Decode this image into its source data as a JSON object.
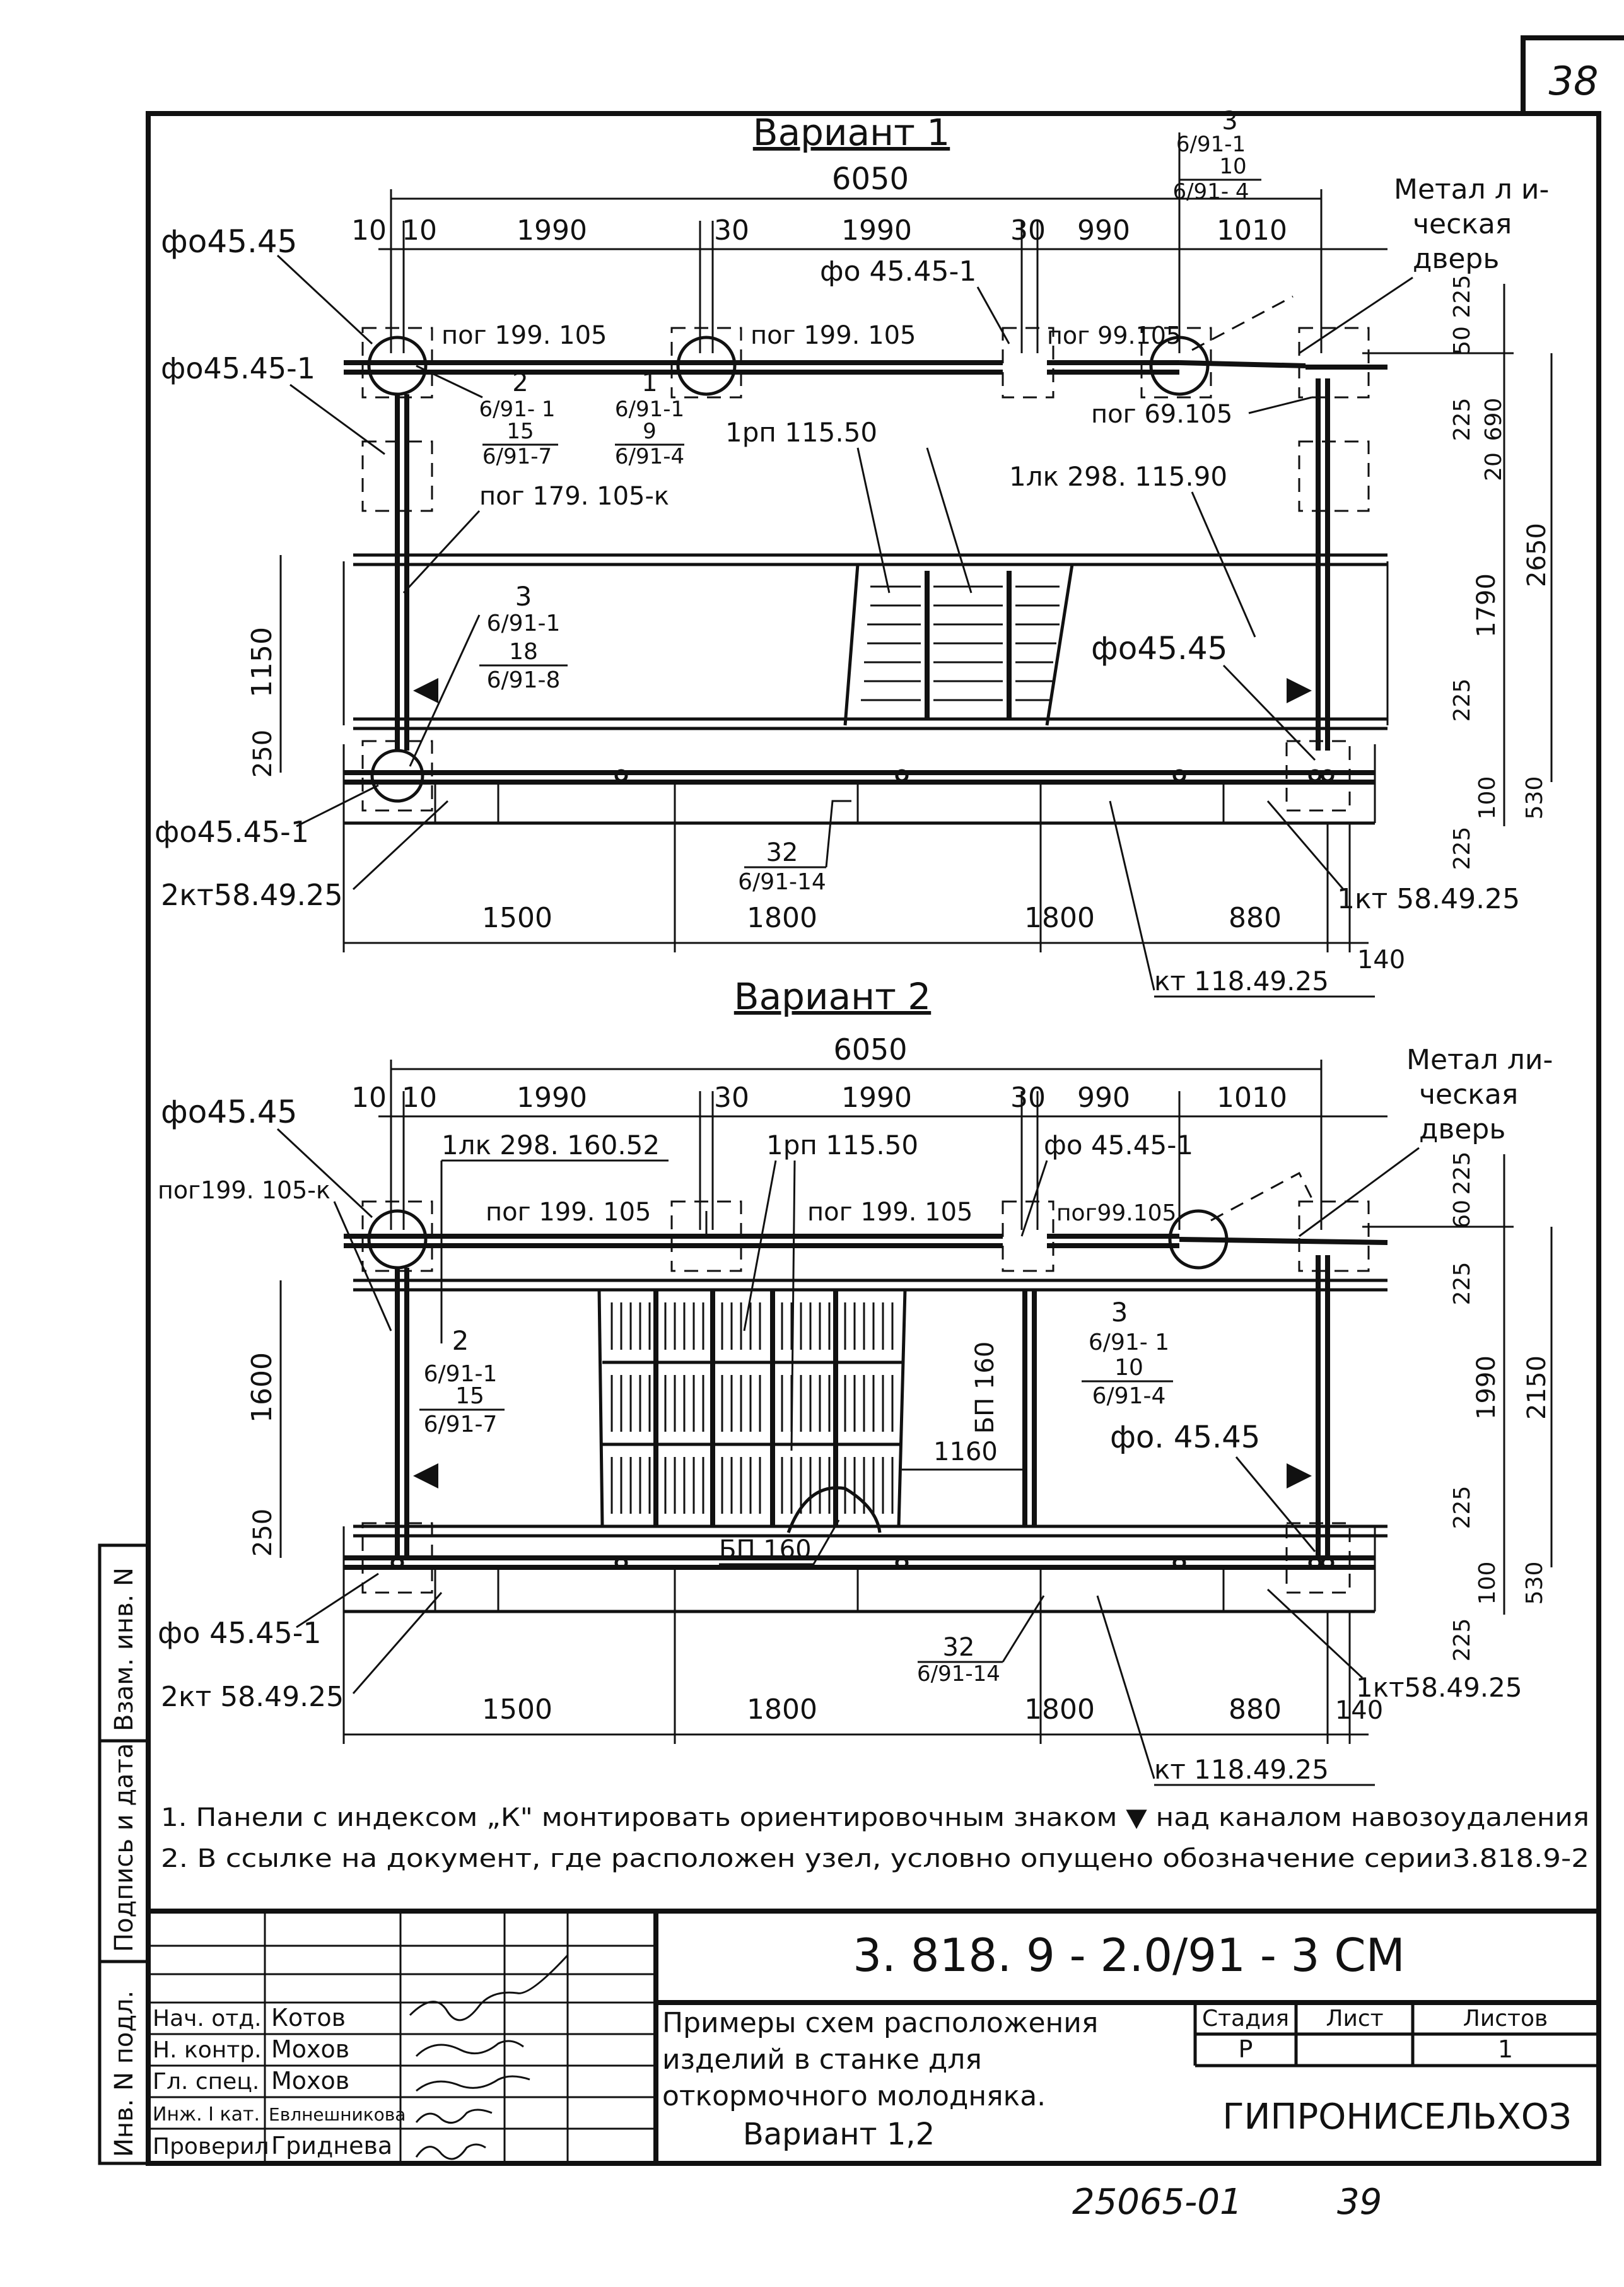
{
  "sheet_corner_number": "38",
  "variant1": {
    "title": "Вариант 1",
    "overall_dim": "6050",
    "top_dims": [
      "10",
      "10",
      "1990",
      "30",
      "1990",
      "30",
      "990",
      "1010"
    ],
    "bottom_dims": [
      "1500",
      "1800",
      "1800",
      "880",
      "140"
    ],
    "right_dims": [
      "225",
      "50",
      "225",
      "690",
      "20",
      "2650",
      "1790",
      "225",
      "100",
      "530",
      "225"
    ],
    "left_dims": [
      "1150",
      "250"
    ],
    "labels": {
      "fo4545_top": "фо45.45",
      "fo45451_left": "фо45.45-1",
      "fo45451_top": "фо 45.45-1",
      "pog199_a": "пог 199. 105",
      "pog199_b": "пог 199. 105",
      "pog99": "пог 99.105",
      "pog69": "пог 69.105",
      "pog179": "пог 179. 105-к",
      "rp": "1рп 115.50",
      "lk": "1лк 298. 115.90",
      "fo4545_right": "фо45.45",
      "fo45451_bottom": "фо45.45-1",
      "kt2": "2кт58.49.25",
      "kt1": "1кт 58.49.25",
      "kt118": "кт 118.49.25",
      "metal_door": [
        "Метал л и-",
        "ческая",
        "дверь"
      ]
    },
    "callouts": {
      "c3_top": {
        "num": "3",
        "top": "6/91-1",
        "mid": "10",
        "bot": "6/91- 4"
      },
      "c2": {
        "num": "2",
        "top": "6/91- 1",
        "mid": "15",
        "bot": "6/91-7"
      },
      "c1": {
        "num": "1",
        "top": "6/91-1",
        "mid": "9",
        "bot": "6/91-4"
      },
      "c3_left": {
        "num": "3",
        "top": "6/91-1",
        "mid": "18",
        "bot": "6/91-8"
      },
      "c32": {
        "num": "32",
        "bot": "6/91-14"
      }
    }
  },
  "variant2": {
    "title": "Вариант 2",
    "overall_dim": "6050",
    "top_dims": [
      "10",
      "10",
      "1990",
      "30",
      "1990",
      "30",
      "990",
      "1010"
    ],
    "bottom_dims": [
      "1500",
      "1800",
      "1800",
      "880",
      "140"
    ],
    "right_dims": [
      "225",
      "60",
      "225",
      "1990",
      "2150",
      "225",
      "100",
      "530",
      "225"
    ],
    "left_dims": [
      "1600",
      "250"
    ],
    "labels": {
      "fo4545_top": "фо45.45",
      "pog199k": "пог199. 105-к",
      "lk": "1лк 298. 160.52",
      "rp": "1рп 115.50",
      "fo45451_top": "фо 45.45-1",
      "pog199_a": "пог 199. 105",
      "pog199_b": "пог 199. 105",
      "pog99": "пог99.105",
      "bp160_vert": "БП 160",
      "bp160_bottom": "БП 160",
      "dim1160": "1160",
      "fo_right": "фо. 45.45",
      "fo45451_left": "фо 45.45-1",
      "kt2": "2кт 58.49.25",
      "kt1": "1кт58.49.25",
      "kt118": "кт 118.49.25",
      "metal_door": [
        "Метал ли-",
        "ческая",
        "дверь"
      ]
    },
    "callouts": {
      "c2": {
        "num": "2",
        "top": "6/91-1",
        "mid": "15",
        "bot": "6/91-7"
      },
      "c3": {
        "num": "3",
        "top": "6/91- 1",
        "mid": "10",
        "bot": "6/91-4"
      },
      "c32": {
        "num": "32",
        "bot": "6/91-14"
      }
    }
  },
  "notes": [
    "1. Панели с индексом „К\" монтировать ориентировочным знаком ▼ над каналом навозоудаления",
    "2. В ссылке на документ, где расположен узел, условно опущено обозначение серии3.818.9-2"
  ],
  "side_stamp": [
    "Инв. N подл.",
    "Подпись и дата",
    "Взам. инв. N"
  ],
  "title_block": {
    "doc_code": "3. 818. 9 - 2.0/91 - 3 СМ",
    "rows": [
      {
        "role": "Нач. отд.",
        "name": "Котов"
      },
      {
        "role": "Н. контр.",
        "name": "Мохов"
      },
      {
        "role": "Гл. спец.",
        "name": "Мохов"
      },
      {
        "role": "Инж. I кат.",
        "name": "Евлнешникова"
      },
      {
        "role": "Проверил",
        "name": "Гриднева"
      }
    ],
    "title_lines": [
      "Примеры схем расположения",
      "изделий в станке для",
      "откормочного молодняка.",
      "Вариант 1,2"
    ],
    "stage_header": "Стадия",
    "sheet_header": "Лист",
    "sheets_header": "Листов",
    "stage_value": "Р",
    "sheet_value": "",
    "sheets_value": "1",
    "org": "ГИПРОНИСЕЛЬХОЗ"
  },
  "footer": {
    "archive_number": "25065-01",
    "page": "39"
  }
}
